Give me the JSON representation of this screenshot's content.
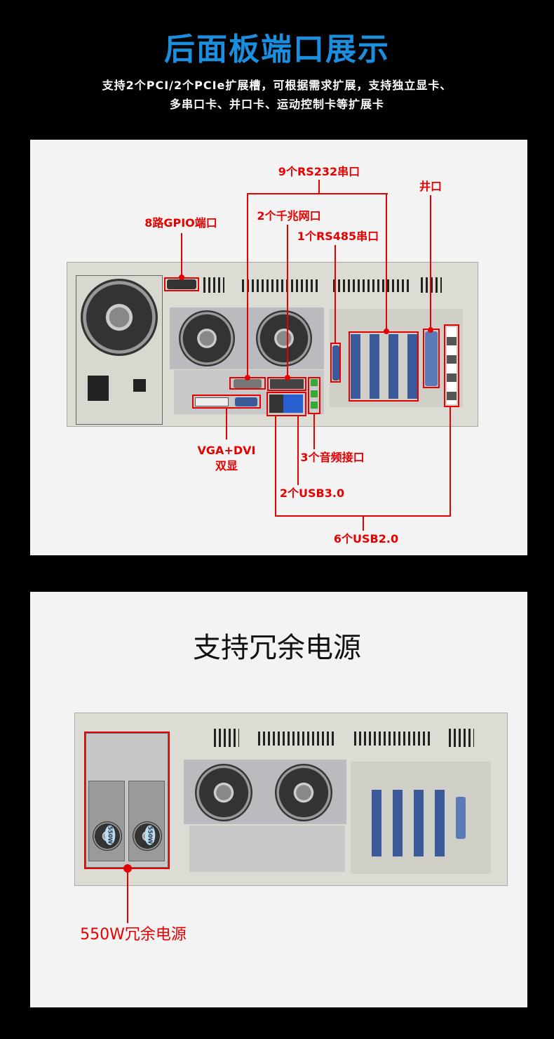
{
  "header": {
    "title": "后面板端口展示",
    "subtitle_line1": "支持2个PCI/2个PCIe扩展槽，可根据需求扩展，支持独立显卡、",
    "subtitle_line2": "多串口卡、并口卡、运动控制卡等扩展卡"
  },
  "panel1": {
    "labels": {
      "rs232": "9个RS232串口",
      "parallel": "井口",
      "gpio": "8路GPIO端口",
      "lan": "2个千兆网口",
      "rs485": "1个RS485串口",
      "display_line1": "VGA+DVI",
      "display_line2": "双显",
      "audio": "3个音频接口",
      "usb3": "2个USB3.0",
      "usb2": "6个USB2.0"
    }
  },
  "panel2": {
    "title": "支持冗余电源",
    "psu_label": "550W冗余电源",
    "psu_badge": "550W"
  },
  "colors": {
    "accent_blue": "#1a8fe0",
    "callout_red": "#e60000"
  }
}
